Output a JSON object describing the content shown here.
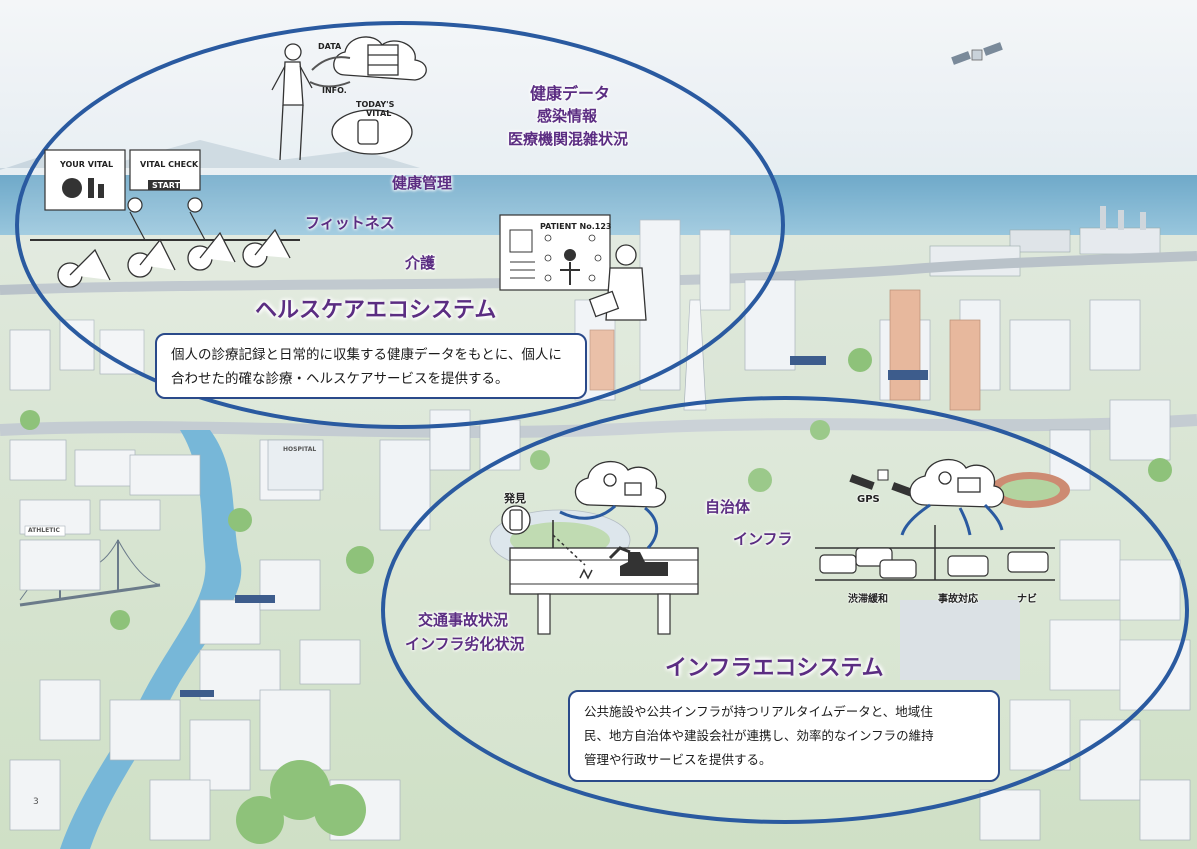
{
  "healthcare": {
    "title": "ヘルスケアエコシステム",
    "labels": {
      "health_data": "健康データ",
      "infection_info": "感染情報",
      "hospital_congestion": "医療機関混雑状況",
      "health_management": "健康管理",
      "fitness": "フィットネス",
      "nursing_care": "介護"
    },
    "description": [
      "個人の診療記録と日常的に収集する健康データをもとに、個人に",
      "合わせた的確な診療・ヘルスケアサービスを提供する。"
    ],
    "illustration_text": {
      "data": "DATA",
      "info": "INFO.",
      "todays_vital": "TODAY'S",
      "vital": "VITAL",
      "your_vital": "YOUR VITAL",
      "vital_check": "VITAL CHECK",
      "start": "START",
      "patient_no": "PATIENT No.123"
    }
  },
  "infrastructure": {
    "title": "インフラエコシステム",
    "labels": {
      "municipality": "自治体",
      "infra": "インフラ",
      "traffic_accident": "交通事故状況",
      "infra_deterioration": "インフラ劣化状況",
      "discovery": "発見",
      "gps": "GPS",
      "congestion_relief": "渋滞緩和",
      "accident_response": "事故対応",
      "navi": "ナビ"
    },
    "description": [
      "公共施設や公共インフラが持つリアルタイムデータと、地域住",
      "民、地方自治体や建設会社が連携し、効率的なインフラの維持",
      "管理や行政サービスを提供する。"
    ]
  },
  "city_signs": {
    "hospital": "HOSPITAL",
    "athletic": "ATHLETIC"
  },
  "page_number": "3",
  "colors": {
    "ellipse_stroke": "#2a5aa0",
    "label_purple": "#5b2d82",
    "box_border": "#2a4a8a",
    "sky": "#eef3f7",
    "sea": "#7fb9d6",
    "greenery": "#9cc78a"
  }
}
